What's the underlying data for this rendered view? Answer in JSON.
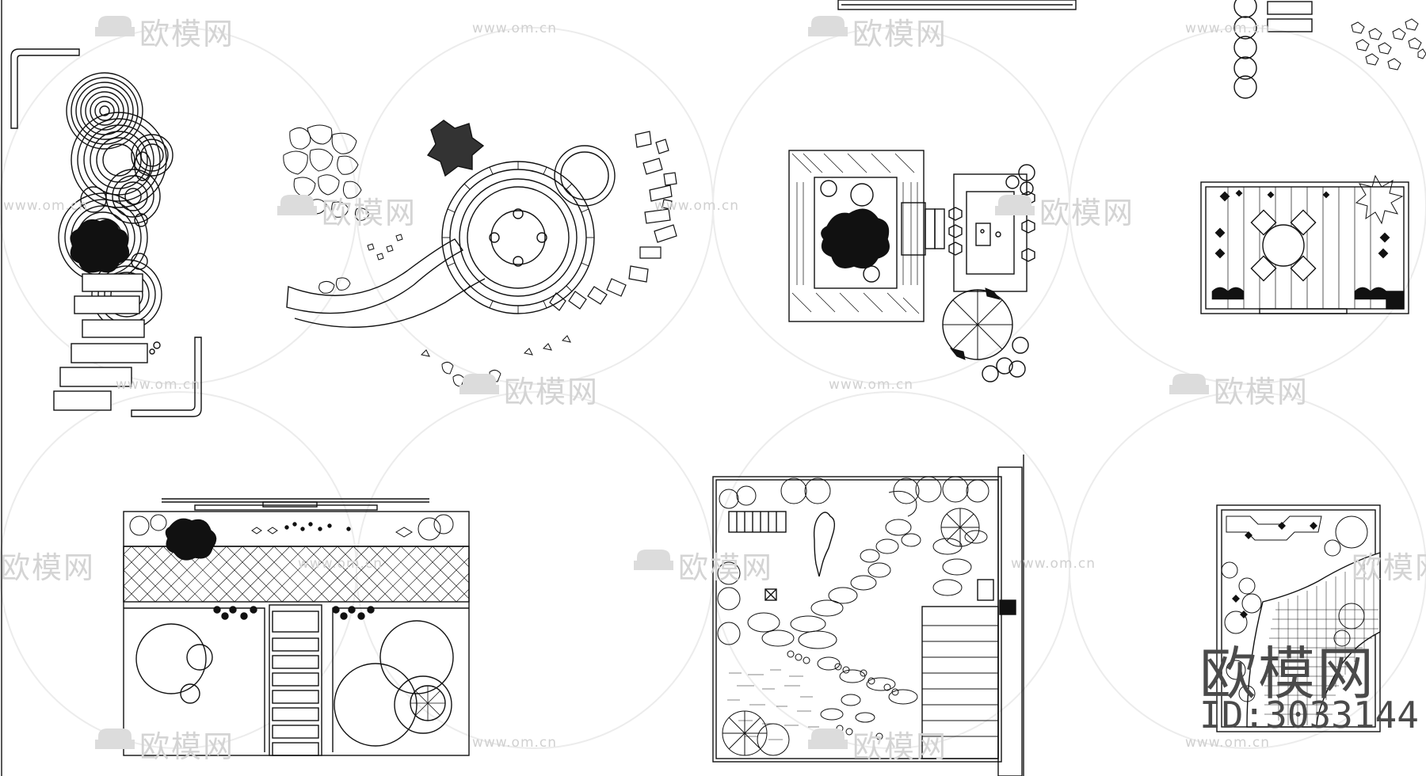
{
  "watermark": {
    "text": "欧模网",
    "url": "www.om.cn"
  },
  "brand": {
    "name": "欧模网",
    "id_label": "ID:3033144"
  },
  "icons": {
    "watermark_logo": "sofa-icon"
  },
  "colors": {
    "line": "#111111",
    "watermark": "#d4d4d4",
    "brand": "#4a4a4a",
    "background": "#ffffff"
  }
}
